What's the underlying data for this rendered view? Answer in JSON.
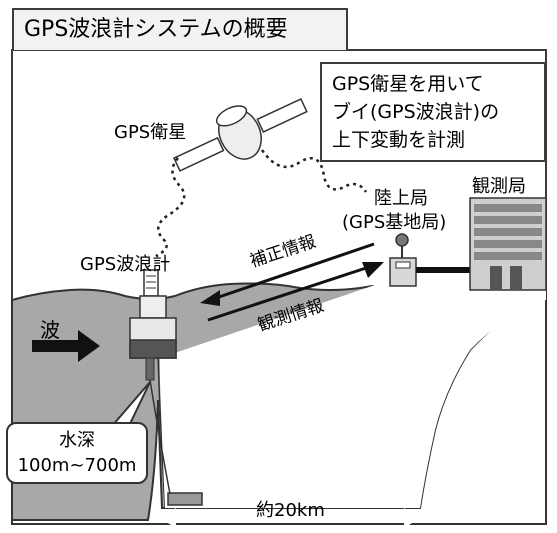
{
  "title": "GPS波浪計システムの概要",
  "callout": {
    "line1": "GPS衛星を用いて",
    "line2": "ブイ(GPS波浪計)の",
    "line3": "上下変動を計測"
  },
  "labels": {
    "satellite": "GPS衛星",
    "land_station": "陸上局",
    "gps_base": "(GPS基地局)",
    "observatory": "観測局",
    "buoy": "GPS波浪計",
    "wave": "波",
    "correction_info": "補正情報",
    "observation_info": "観測情報",
    "depth_line1": "水深",
    "depth_line2": "100m~700m",
    "distance": "約20km"
  }
}
